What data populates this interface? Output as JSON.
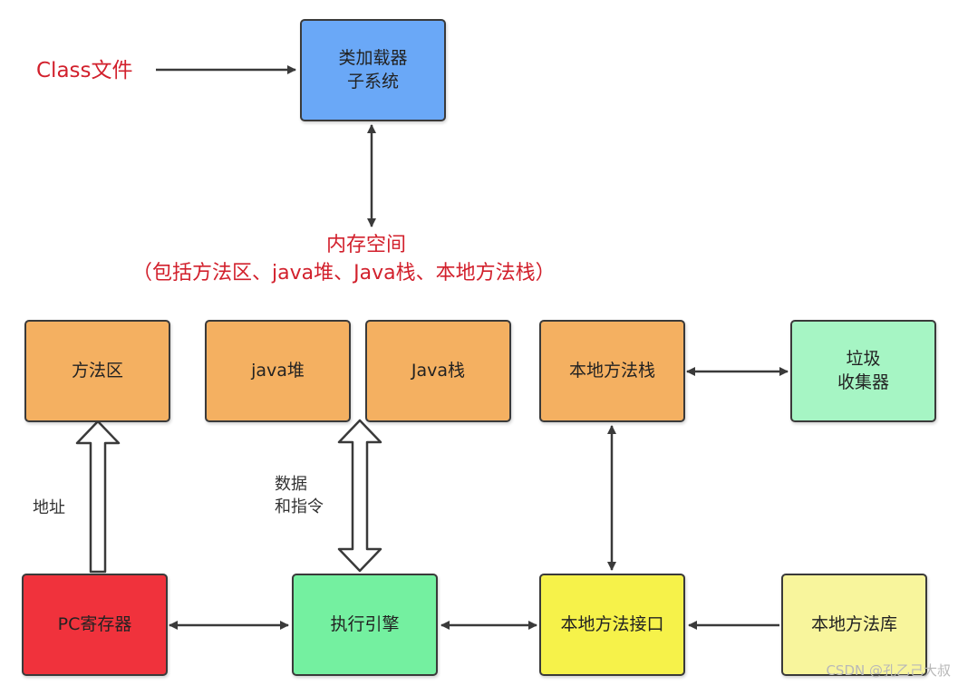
{
  "diagram": {
    "class_file_label": "Class文件",
    "memory_title": "内存空间",
    "memory_subtitle": "（包括方法区、java堆、Java栈、本地方法栈）",
    "address_label": "地址",
    "data_label_line1": "数据",
    "data_label_line2": "和指令",
    "nodes": {
      "class_loader": {
        "line1": "类加载器",
        "line2": "子系统",
        "color": "#6aa8f7"
      },
      "method_area": {
        "label": "方法区",
        "color": "#f4b061"
      },
      "java_heap": {
        "label": "java堆",
        "color": "#f4b061"
      },
      "java_stack": {
        "label": "Java栈",
        "color": "#f4b061"
      },
      "native_method_stack": {
        "label": "本地方法栈",
        "color": "#f4b061"
      },
      "garbage_collector": {
        "line1": "垃圾",
        "line2": "收集器",
        "color": "#a6f5c4"
      },
      "pc_register": {
        "label": "PC寄存器",
        "color": "#f0323c"
      },
      "execution_engine": {
        "label": "执行引擎",
        "color": "#74f0a0"
      },
      "native_interface": {
        "label": "本地方法接口",
        "color": "#f6f24a"
      },
      "native_library": {
        "label": "本地方法库",
        "color": "#f8f59c"
      }
    },
    "watermark": "CSDN @孔乙己大叔"
  }
}
